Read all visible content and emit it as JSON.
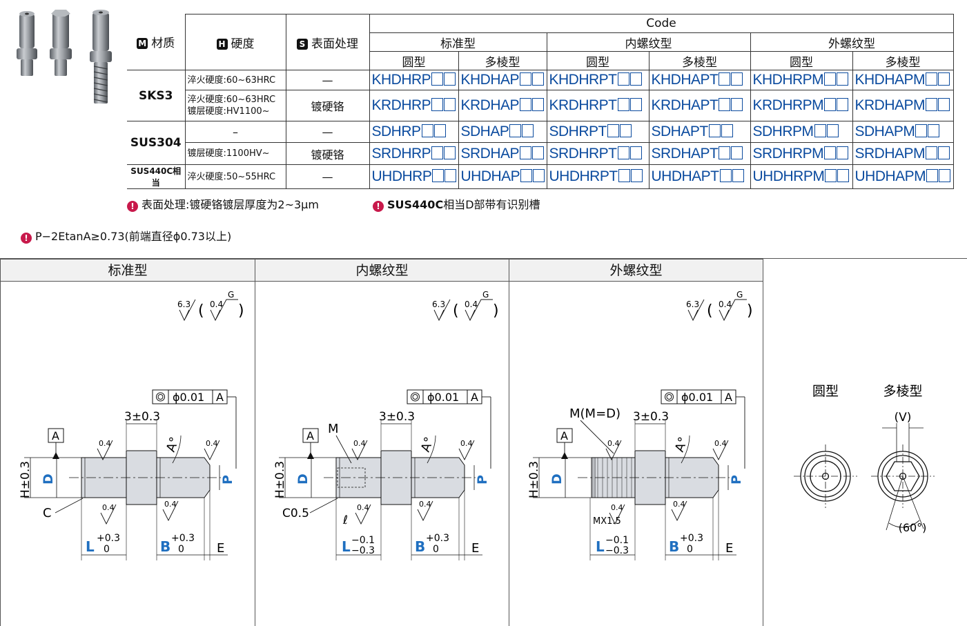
{
  "table": {
    "hdr_code": "Code",
    "hdr_material": "材质",
    "hdr_hardness": "硬度",
    "hdr_surface": "表面处理",
    "badge_m": "M",
    "badge_h": "H",
    "badge_s": "S",
    "group_standard": "标准型",
    "group_internal": "内螺纹型",
    "group_external": "外螺纹型",
    "sub_round": "圆型",
    "sub_poly": "多棱型",
    "rows": [
      {
        "material": "SKS3",
        "hardness": "淬火硬度:60~63HRC",
        "surface": "—",
        "codes": [
          "KHDHRP",
          "KHDHAP",
          "KHDHRPT",
          "KHDHAPT",
          "KHDHRPM",
          "KHDHAPM"
        ]
      },
      {
        "material": "",
        "hardness": "淬火硬度:60~63HRC",
        "hardness2": "镀层硬度:HV1100~",
        "surface": "镀硬铬",
        "codes": [
          "KRDHRP",
          "KRDHAP",
          "KRDHRPT",
          "KRDHAPT",
          "KRDHRPM",
          "KRDHAPM"
        ]
      },
      {
        "material": "SUS304",
        "hardness": "–",
        "surface": "—",
        "codes": [
          "SDHRP",
          "SDHAP",
          "SDHRPT",
          "SDHAPT",
          "SDHRPM",
          "SDHAPM"
        ]
      },
      {
        "material": "",
        "hardness": "镀层硬度:1100HV~",
        "surface": "镀硬铬",
        "codes": [
          "SRDHRP",
          "SRDHAP",
          "SRDHRPT",
          "SRDHAPT",
          "SRDHRPM",
          "SRDHAPM"
        ]
      },
      {
        "material": "SUS440C相当",
        "hardness": "淬火硬度:50~55HRC",
        "surface": "—",
        "codes": [
          "UHDHRP",
          "UHDHAP",
          "UHDHRPT",
          "UHDHAPT",
          "UHDHRPM",
          "UHDHAPM"
        ]
      }
    ]
  },
  "notes": {
    "note1": "表面处理:镀硬铬镀层厚度为2~3μm",
    "note2_bold": "SUS440C",
    "note2_rest": "相当D部带有识别槽",
    "note3": "P−2EtanA≥0.73(前端直径ϕ0.73以上)"
  },
  "panels": {
    "standard": "标准型",
    "internal": "内螺纹型",
    "external": "外螺纹型",
    "round": "圆型",
    "poly": "多棱型"
  },
  "drawing": {
    "rough_main": "6.3",
    "rough_fine": "0.4",
    "rough_g": "G",
    "concentricity": "ϕ0.01",
    "datum": "A",
    "shoulder": "3±0.3",
    "angle": "A°",
    "dim_h": "H±0.3",
    "dim_d": "D",
    "dim_p": "P",
    "dim_c": "C",
    "dim_c05": "C0.5",
    "dim_m": "M",
    "dim_ell": "ℓ",
    "dim_l": "L",
    "dim_l_tol_plus": "+0.3",
    "dim_l_tol_zero": "0",
    "dim_l_tol_minus1": "−0.1",
    "dim_l_tol_minus2": "−0.3",
    "dim_b": "B",
    "dim_e": "E",
    "dim_mm": "M(M=D)",
    "dim_mx": "MX1.5",
    "dim_v": "(V)",
    "dim_60": "(60°)"
  },
  "colors": {
    "code_blue": "#0a4a9e",
    "dim_blue": "#1f6fc0",
    "note_red": "#c8194b"
  }
}
